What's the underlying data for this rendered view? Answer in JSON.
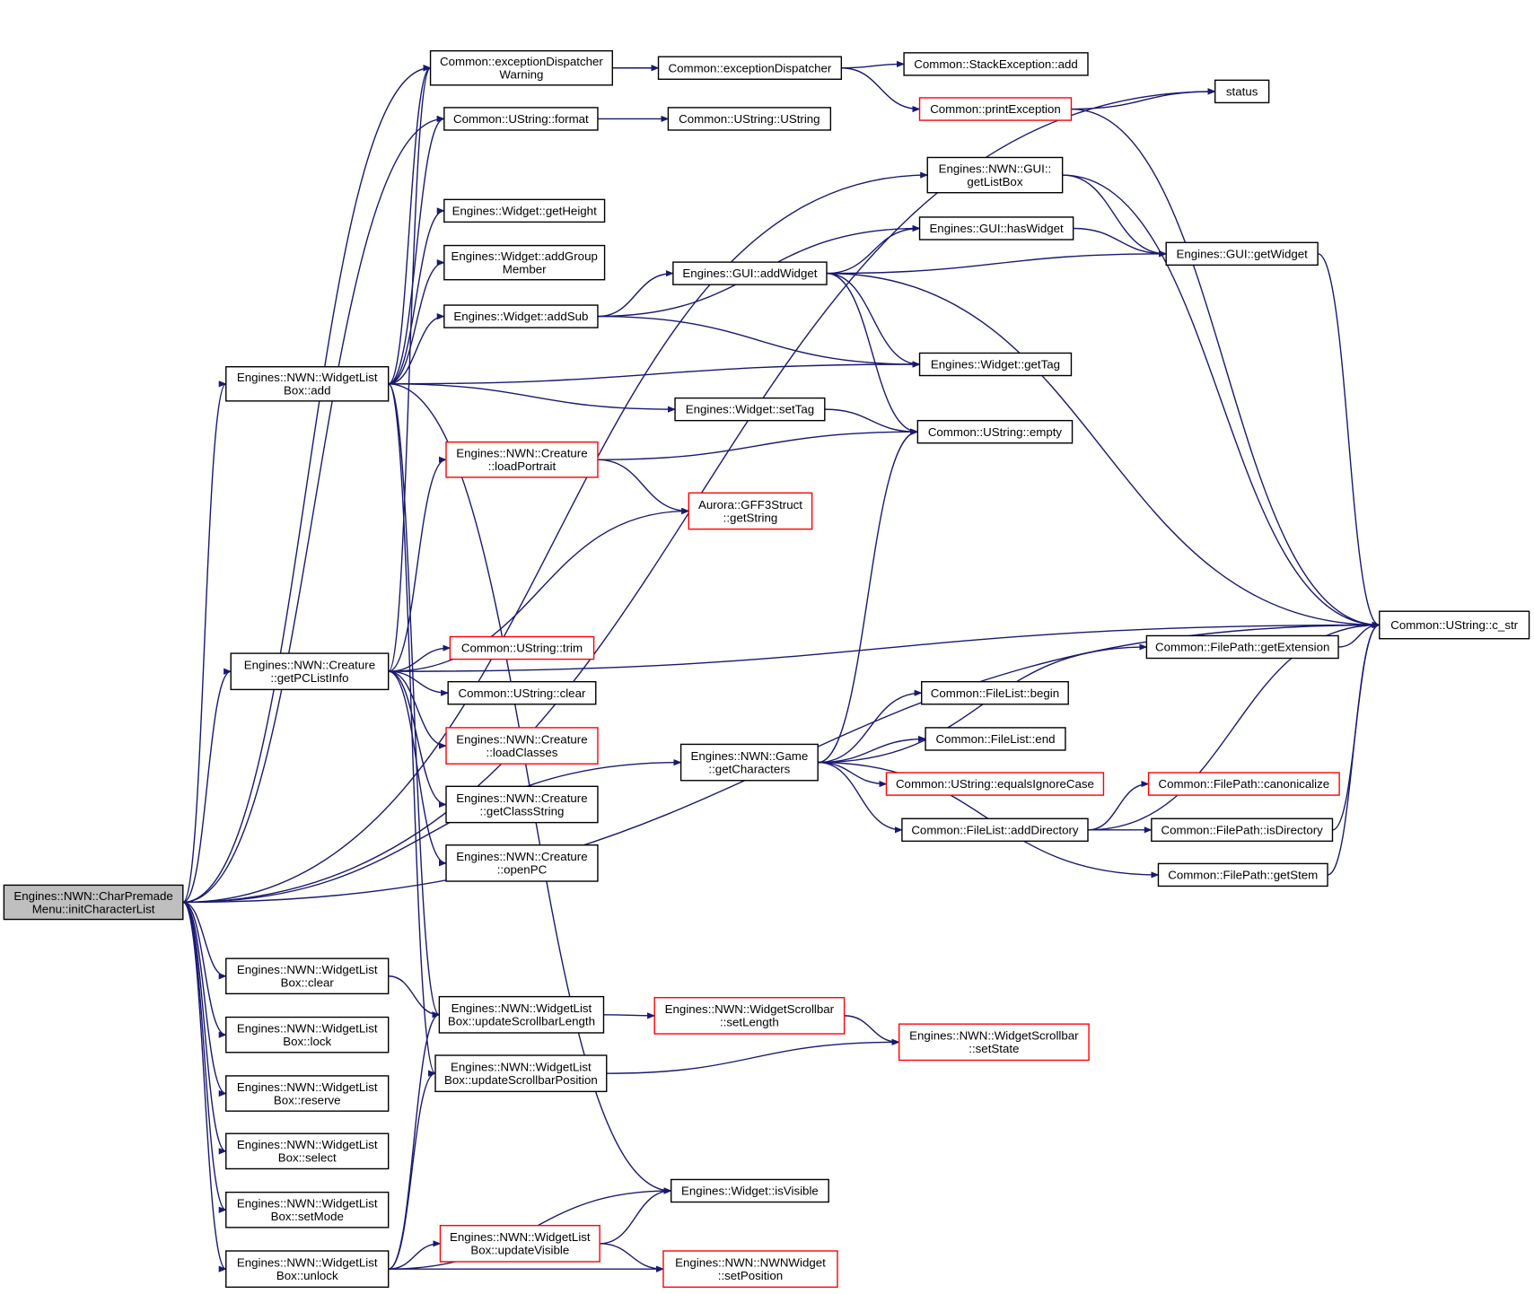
{
  "diagram": {
    "nodes": [
      {
        "id": "root",
        "lines": [
          "Engines::NWN::CharPremade",
          "Menu::initCharacterList"
        ],
        "border": "black",
        "highlight": true
      },
      {
        "id": "exw",
        "lines": [
          "Common::exceptionDispatcher",
          "Warning"
        ],
        "border": "black"
      },
      {
        "id": "exd",
        "lines": [
          "Common::exceptionDispatcher"
        ],
        "border": "black"
      },
      {
        "id": "seadd",
        "lines": [
          "Common::StackException::add"
        ],
        "border": "black"
      },
      {
        "id": "prex",
        "lines": [
          "Common::printException"
        ],
        "border": "red"
      },
      {
        "id": "status",
        "lines": [
          "status"
        ],
        "border": "black"
      },
      {
        "id": "fmt",
        "lines": [
          "Common::UString::format"
        ],
        "border": "black"
      },
      {
        "id": "ustr",
        "lines": [
          "Common::UString::UString"
        ],
        "border": "black"
      },
      {
        "id": "glb",
        "lines": [
          "Engines::NWN::GUI::",
          "getListBox"
        ],
        "border": "black"
      },
      {
        "id": "wgh",
        "lines": [
          "Engines::Widget::getHeight"
        ],
        "border": "black"
      },
      {
        "id": "wagm",
        "lines": [
          "Engines::Widget::addGroup",
          "Member"
        ],
        "border": "black"
      },
      {
        "id": "ghw",
        "lines": [
          "Engines::GUI::hasWidget"
        ],
        "border": "black"
      },
      {
        "id": "ggw",
        "lines": [
          "Engines::GUI::getWidget"
        ],
        "border": "black"
      },
      {
        "id": "gaw",
        "lines": [
          "Engines::GUI::addWidget"
        ],
        "border": "black"
      },
      {
        "id": "was",
        "lines": [
          "Engines::Widget::addSub"
        ],
        "border": "black"
      },
      {
        "id": "wlbadd",
        "lines": [
          "Engines::NWN::WidgetList",
          "Box::add"
        ],
        "border": "black"
      },
      {
        "id": "wgt",
        "lines": [
          "Engines::Widget::getTag"
        ],
        "border": "black"
      },
      {
        "id": "wst",
        "lines": [
          "Engines::Widget::setTag"
        ],
        "border": "black"
      },
      {
        "id": "empty",
        "lines": [
          "Common::UString::empty"
        ],
        "border": "black"
      },
      {
        "id": "lport",
        "lines": [
          "Engines::NWN::Creature",
          "::loadPortrait"
        ],
        "border": "red"
      },
      {
        "id": "gffs",
        "lines": [
          "Aurora::GFF3Struct",
          "::getString"
        ],
        "border": "red"
      },
      {
        "id": "cstr",
        "lines": [
          "Common::UString::c_str"
        ],
        "border": "black"
      },
      {
        "id": "gpc",
        "lines": [
          "Engines::NWN::Creature",
          "::getPCListInfo"
        ],
        "border": "black"
      },
      {
        "id": "trim",
        "lines": [
          "Common::UString::trim"
        ],
        "border": "red"
      },
      {
        "id": "uclr",
        "lines": [
          "Common::UString::clear"
        ],
        "border": "black"
      },
      {
        "id": "lcls",
        "lines": [
          "Engines::NWN::Creature",
          "::loadClasses"
        ],
        "border": "red"
      },
      {
        "id": "gcs",
        "lines": [
          "Engines::NWN::Creature",
          "::getClassString"
        ],
        "border": "black"
      },
      {
        "id": "opc",
        "lines": [
          "Engines::NWN::Creature",
          "::openPC"
        ],
        "border": "black"
      },
      {
        "id": "gext",
        "lines": [
          "Common::FilePath::getExtension"
        ],
        "border": "black"
      },
      {
        "id": "flb",
        "lines": [
          "Common::FileList::begin"
        ],
        "border": "black"
      },
      {
        "id": "fle",
        "lines": [
          "Common::FileList::end"
        ],
        "border": "black"
      },
      {
        "id": "gchr",
        "lines": [
          "Engines::NWN::Game",
          "::getCharacters"
        ],
        "border": "black"
      },
      {
        "id": "eic",
        "lines": [
          "Common::UString::equalsIgnoreCase"
        ],
        "border": "red"
      },
      {
        "id": "canon",
        "lines": [
          "Common::FilePath::canonicalize"
        ],
        "border": "red"
      },
      {
        "id": "fladd",
        "lines": [
          "Common::FileList::addDirectory"
        ],
        "border": "black"
      },
      {
        "id": "isdir",
        "lines": [
          "Common::FilePath::isDirectory"
        ],
        "border": "black"
      },
      {
        "id": "gstem",
        "lines": [
          "Common::FilePath::getStem"
        ],
        "border": "black"
      },
      {
        "id": "wlbclr",
        "lines": [
          "Engines::NWN::WidgetList",
          "Box::clear"
        ],
        "border": "black"
      },
      {
        "id": "usl",
        "lines": [
          "Engines::NWN::WidgetList",
          "Box::updateScrollbarLength"
        ],
        "border": "black"
      },
      {
        "id": "wsl",
        "lines": [
          "Engines::NWN::WidgetScrollbar",
          "::setLength"
        ],
        "border": "red"
      },
      {
        "id": "wlblock",
        "lines": [
          "Engines::NWN::WidgetList",
          "Box::lock"
        ],
        "border": "black"
      },
      {
        "id": "wss",
        "lines": [
          "Engines::NWN::WidgetScrollbar",
          "::setState"
        ],
        "border": "red"
      },
      {
        "id": "usp",
        "lines": [
          "Engines::NWN::WidgetList",
          "Box::updateScrollbarPosition"
        ],
        "border": "black"
      },
      {
        "id": "wlbres",
        "lines": [
          "Engines::NWN::WidgetList",
          "Box::reserve"
        ],
        "border": "black"
      },
      {
        "id": "wlbsel",
        "lines": [
          "Engines::NWN::WidgetList",
          "Box::select"
        ],
        "border": "black"
      },
      {
        "id": "wiv",
        "lines": [
          "Engines::Widget::isVisible"
        ],
        "border": "black"
      },
      {
        "id": "wlbmode",
        "lines": [
          "Engines::NWN::WidgetList",
          "Box::setMode"
        ],
        "border": "black"
      },
      {
        "id": "uvis",
        "lines": [
          "Engines::NWN::WidgetList",
          "Box::updateVisible"
        ],
        "border": "red"
      },
      {
        "id": "wlbunl",
        "lines": [
          "Engines::NWN::WidgetList",
          "Box::unlock"
        ],
        "border": "black"
      },
      {
        "id": "spos",
        "lines": [
          "Engines::NWN::NWNWidget",
          "::setPosition"
        ],
        "border": "red"
      }
    ],
    "edges": [
      [
        "root",
        "status"
      ],
      [
        "root",
        "exw"
      ],
      [
        "root",
        "fmt"
      ],
      [
        "root",
        "glb"
      ],
      [
        "root",
        "wlbadd"
      ],
      [
        "root",
        "gpc"
      ],
      [
        "root",
        "gchr"
      ],
      [
        "root",
        "cstr"
      ],
      [
        "root",
        "wlbclr"
      ],
      [
        "root",
        "wlblock"
      ],
      [
        "root",
        "wlbres"
      ],
      [
        "root",
        "wlbsel"
      ],
      [
        "root",
        "wlbmode"
      ],
      [
        "root",
        "wlbunl"
      ],
      [
        "exw",
        "exd"
      ],
      [
        "exd",
        "seadd"
      ],
      [
        "exd",
        "prex"
      ],
      [
        "prex",
        "status"
      ],
      [
        "prex",
        "cstr"
      ],
      [
        "fmt",
        "ustr"
      ],
      [
        "glb",
        "ggw"
      ],
      [
        "glb",
        "cstr"
      ],
      [
        "wlbadd",
        "exw"
      ],
      [
        "wlbadd",
        "fmt"
      ],
      [
        "wlbadd",
        "wgh"
      ],
      [
        "wlbadd",
        "wagm"
      ],
      [
        "wlbadd",
        "was"
      ],
      [
        "wlbadd",
        "wgt"
      ],
      [
        "wlbadd",
        "wst"
      ],
      [
        "wlbadd",
        "wiv"
      ],
      [
        "wlbadd",
        "usl"
      ],
      [
        "wlbadd",
        "usp"
      ],
      [
        "was",
        "ghw"
      ],
      [
        "was",
        "gaw"
      ],
      [
        "was",
        "wgt"
      ],
      [
        "gaw",
        "ghw"
      ],
      [
        "gaw",
        "ggw"
      ],
      [
        "gaw",
        "wgt"
      ],
      [
        "gaw",
        "empty"
      ],
      [
        "gaw",
        "cstr"
      ],
      [
        "ghw",
        "ggw"
      ],
      [
        "ggw",
        "cstr"
      ],
      [
        "wst",
        "empty"
      ],
      [
        "lport",
        "empty"
      ],
      [
        "lport",
        "gffs"
      ],
      [
        "gpc",
        "exw"
      ],
      [
        "gpc",
        "lport"
      ],
      [
        "gpc",
        "gffs"
      ],
      [
        "gpc",
        "cstr"
      ],
      [
        "gpc",
        "trim"
      ],
      [
        "gpc",
        "uclr"
      ],
      [
        "gpc",
        "lcls"
      ],
      [
        "gpc",
        "gcs"
      ],
      [
        "gpc",
        "opc"
      ],
      [
        "gext",
        "cstr"
      ],
      [
        "gchr",
        "empty"
      ],
      [
        "gchr",
        "gext"
      ],
      [
        "gchr",
        "flb"
      ],
      [
        "gchr",
        "fle"
      ],
      [
        "gchr",
        "eic"
      ],
      [
        "gchr",
        "fladd"
      ],
      [
        "gchr",
        "gstem"
      ],
      [
        "fladd",
        "cstr"
      ],
      [
        "fladd",
        "canon"
      ],
      [
        "fladd",
        "isdir"
      ],
      [
        "isdir",
        "cstr"
      ],
      [
        "gstem",
        "cstr"
      ],
      [
        "wlbclr",
        "usl"
      ],
      [
        "usl",
        "wsl"
      ],
      [
        "wsl",
        "wss"
      ],
      [
        "usp",
        "wss"
      ],
      [
        "wlbunl",
        "usl"
      ],
      [
        "wlbunl",
        "usp"
      ],
      [
        "wlbunl",
        "wiv"
      ],
      [
        "wlbunl",
        "uvis"
      ],
      [
        "wlbunl",
        "spos"
      ],
      [
        "uvis",
        "wiv"
      ],
      [
        "uvis",
        "spos"
      ]
    ]
  }
}
